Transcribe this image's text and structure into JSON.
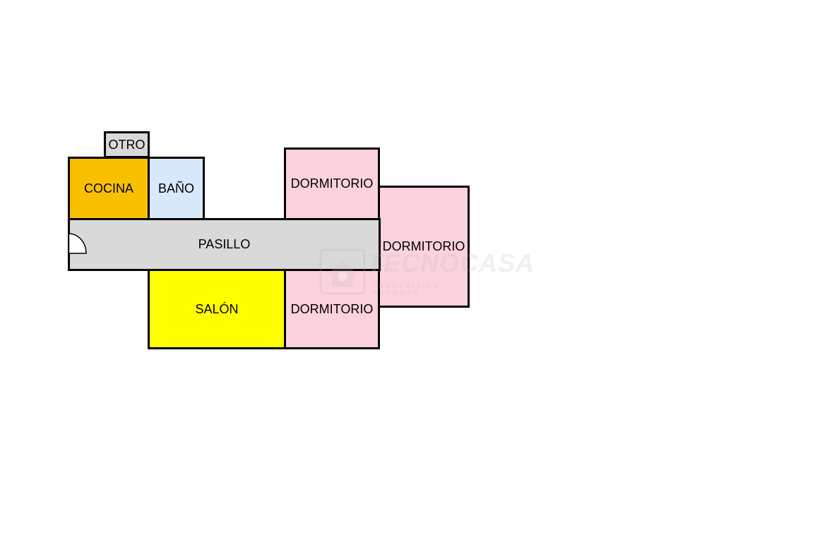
{
  "colors": {
    "kitchen": "#f9c000",
    "bathroom": "#d8e9fb",
    "bedroom": "#fcd2dc",
    "hallway": "#d9d9d9",
    "living_room": "#ffff00",
    "other": "#d9d9d9",
    "wall": "#000000"
  },
  "rooms": {
    "otro": "OTRO",
    "cocina": "COCINA",
    "bano": "BAÑO",
    "dormitorio_1": "DORMITORIO",
    "pasillo": "PASILLO",
    "dormitorio_2": "DORMITORIO",
    "salon": "SALÓN",
    "dormitorio_3": "DORMITORIO"
  },
  "watermark": {
    "brand": "TECNOCASA",
    "tagline": "FRANCHISING NETWORK",
    "icon": "house-logo-icon"
  }
}
